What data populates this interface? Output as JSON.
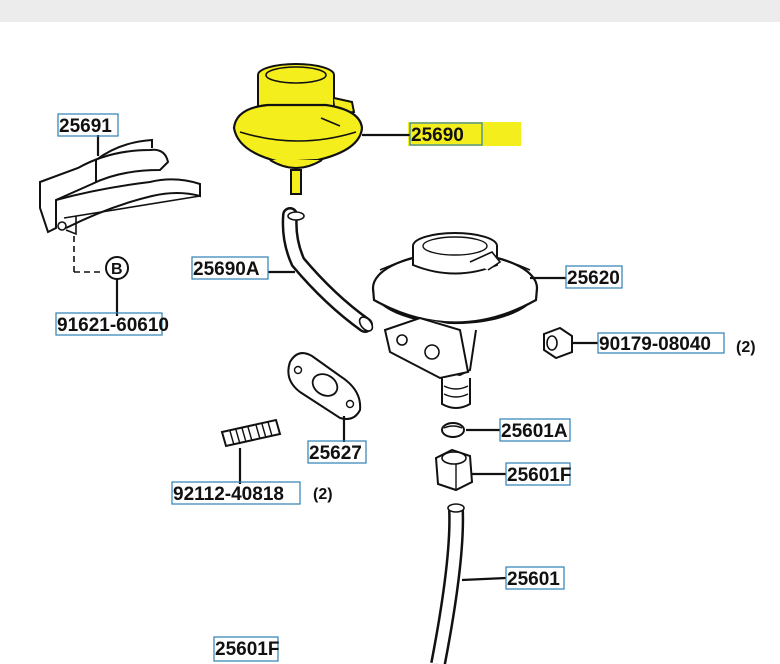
{
  "parts": {
    "p25691": "25691",
    "p91621": "91621-60610",
    "p25690": "25690",
    "p25690A": "25690A",
    "p25620": "25620",
    "p90179": "90179-08040",
    "p90179_qty": "(2)",
    "p25627": "25627",
    "p92112": "92112-40818",
    "p92112_qty": "(2)",
    "p25601A": "25601A",
    "p25601F_upper": "25601F",
    "p25601": "25601",
    "p25601F_lower": "25601F",
    "bolt_marker": "B"
  },
  "colors": {
    "highlight_yellow": "#f4ef1c",
    "label_box": "#2f7fb5",
    "line": "#111111"
  }
}
